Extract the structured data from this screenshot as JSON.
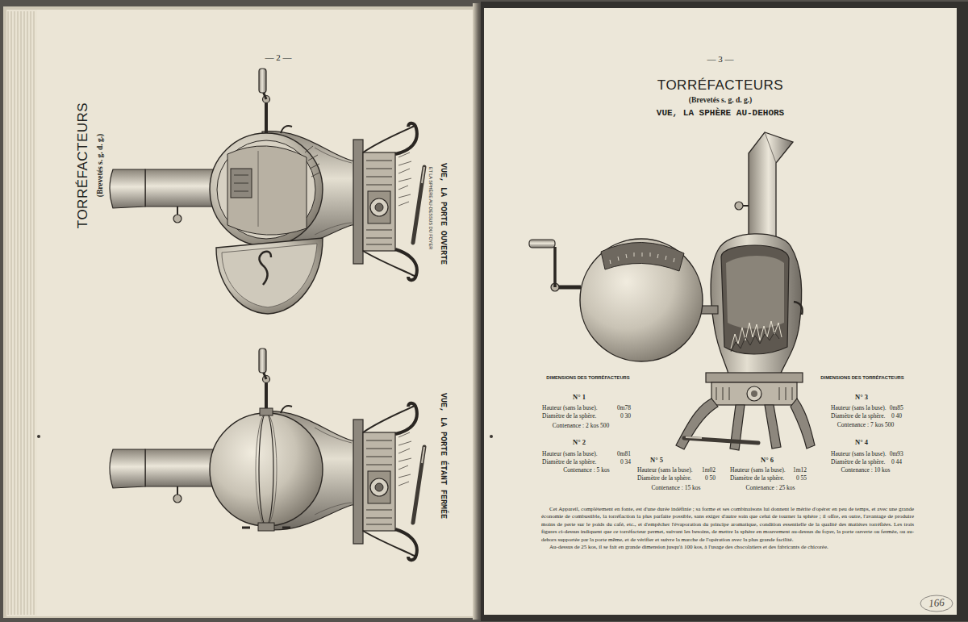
{
  "diagram": {
    "title": "TORRÉFACTEURS",
    "labels": [
      "— 2 —",
      "TORRÉFACTEURS",
      "(Brevetés s. g. d. g.)",
      "VUE, LA PORTE OUVERTE",
      "ET LA SPHÈRE AU-DESSUS DU FOYER",
      "VUE, LA PORTE ÉTANT FERMÉE",
      "— 3 —",
      "(Brevetés s. g. d. g.)",
      "VUE, LA SPHÈRE AU-DEHORS",
      "DIMENSIONS DES TORRÉFACTEURS",
      "DIMENSIONS DES TORRÉFACTEURS",
      "N° 1",
      "Hauteur (sans la buse).",
      "0m78",
      "Diamètre de la sphère.",
      "0 30",
      "Contenance : 2 kos 500",
      "N° 3",
      "Hauteur (sans la buse).",
      "0m85",
      "Diamètre de la sphère.",
      "0 40",
      "Contenance : 7 kos 500",
      "N° 2",
      "Hauteur (sans la buse).",
      "0m81",
      "Diamètre de la sphère.",
      "0 34",
      "Contenance : 5 kos",
      "N° 4",
      "Hauteur (sans la buse).",
      "0m93",
      "Diamètre de la sphère.",
      "0 44",
      "Contenance : 10 kos",
      "N° 5",
      "Hauteur (sans la buse).",
      "1m02",
      "Diamètre de la sphère.",
      "0 50",
      "Contenance : 15 kos",
      "N° 6",
      "Hauteur (sans la buse).",
      "1m12",
      "Diamètre de la sphère.",
      "0 55",
      "Contenance : 25 kos",
      "Cet Appareil, complètement en fonte, est d'une durée indéfinie ; sa forme et ses combinaisons lui donnent le mérite d'opérer en peu de temps, et avec une grande économie de combustible, la torréfaction la plus parfaite possible, sans exiger d'autre soin que celui de tourner la sphère ; il offre, en outre, l'avantage de produire moins de perte sur le poids du café, etc., et d'empêcher l'évaporation du principe aromatique, condition essentielle de la qualité des matières torréfiées. Les trois figures ci-dessus indiquent que ce torréfacteur permet, suivant les besoins, de mettre la sphère en mouvement au-dessus du foyer, la porte ouverte ou fermée, ou au-dehors supportée par la porte même, et de vérifier et suivre la marche de l'opération avec la plus grande facilité.",
      "Au-dessus de 25 kos, il se fait en grande dimension jusqu'à 100 kos, à l'usage des chocolatiers et des fabricants de chicorée.",
      "166"
    ]
  }
}
